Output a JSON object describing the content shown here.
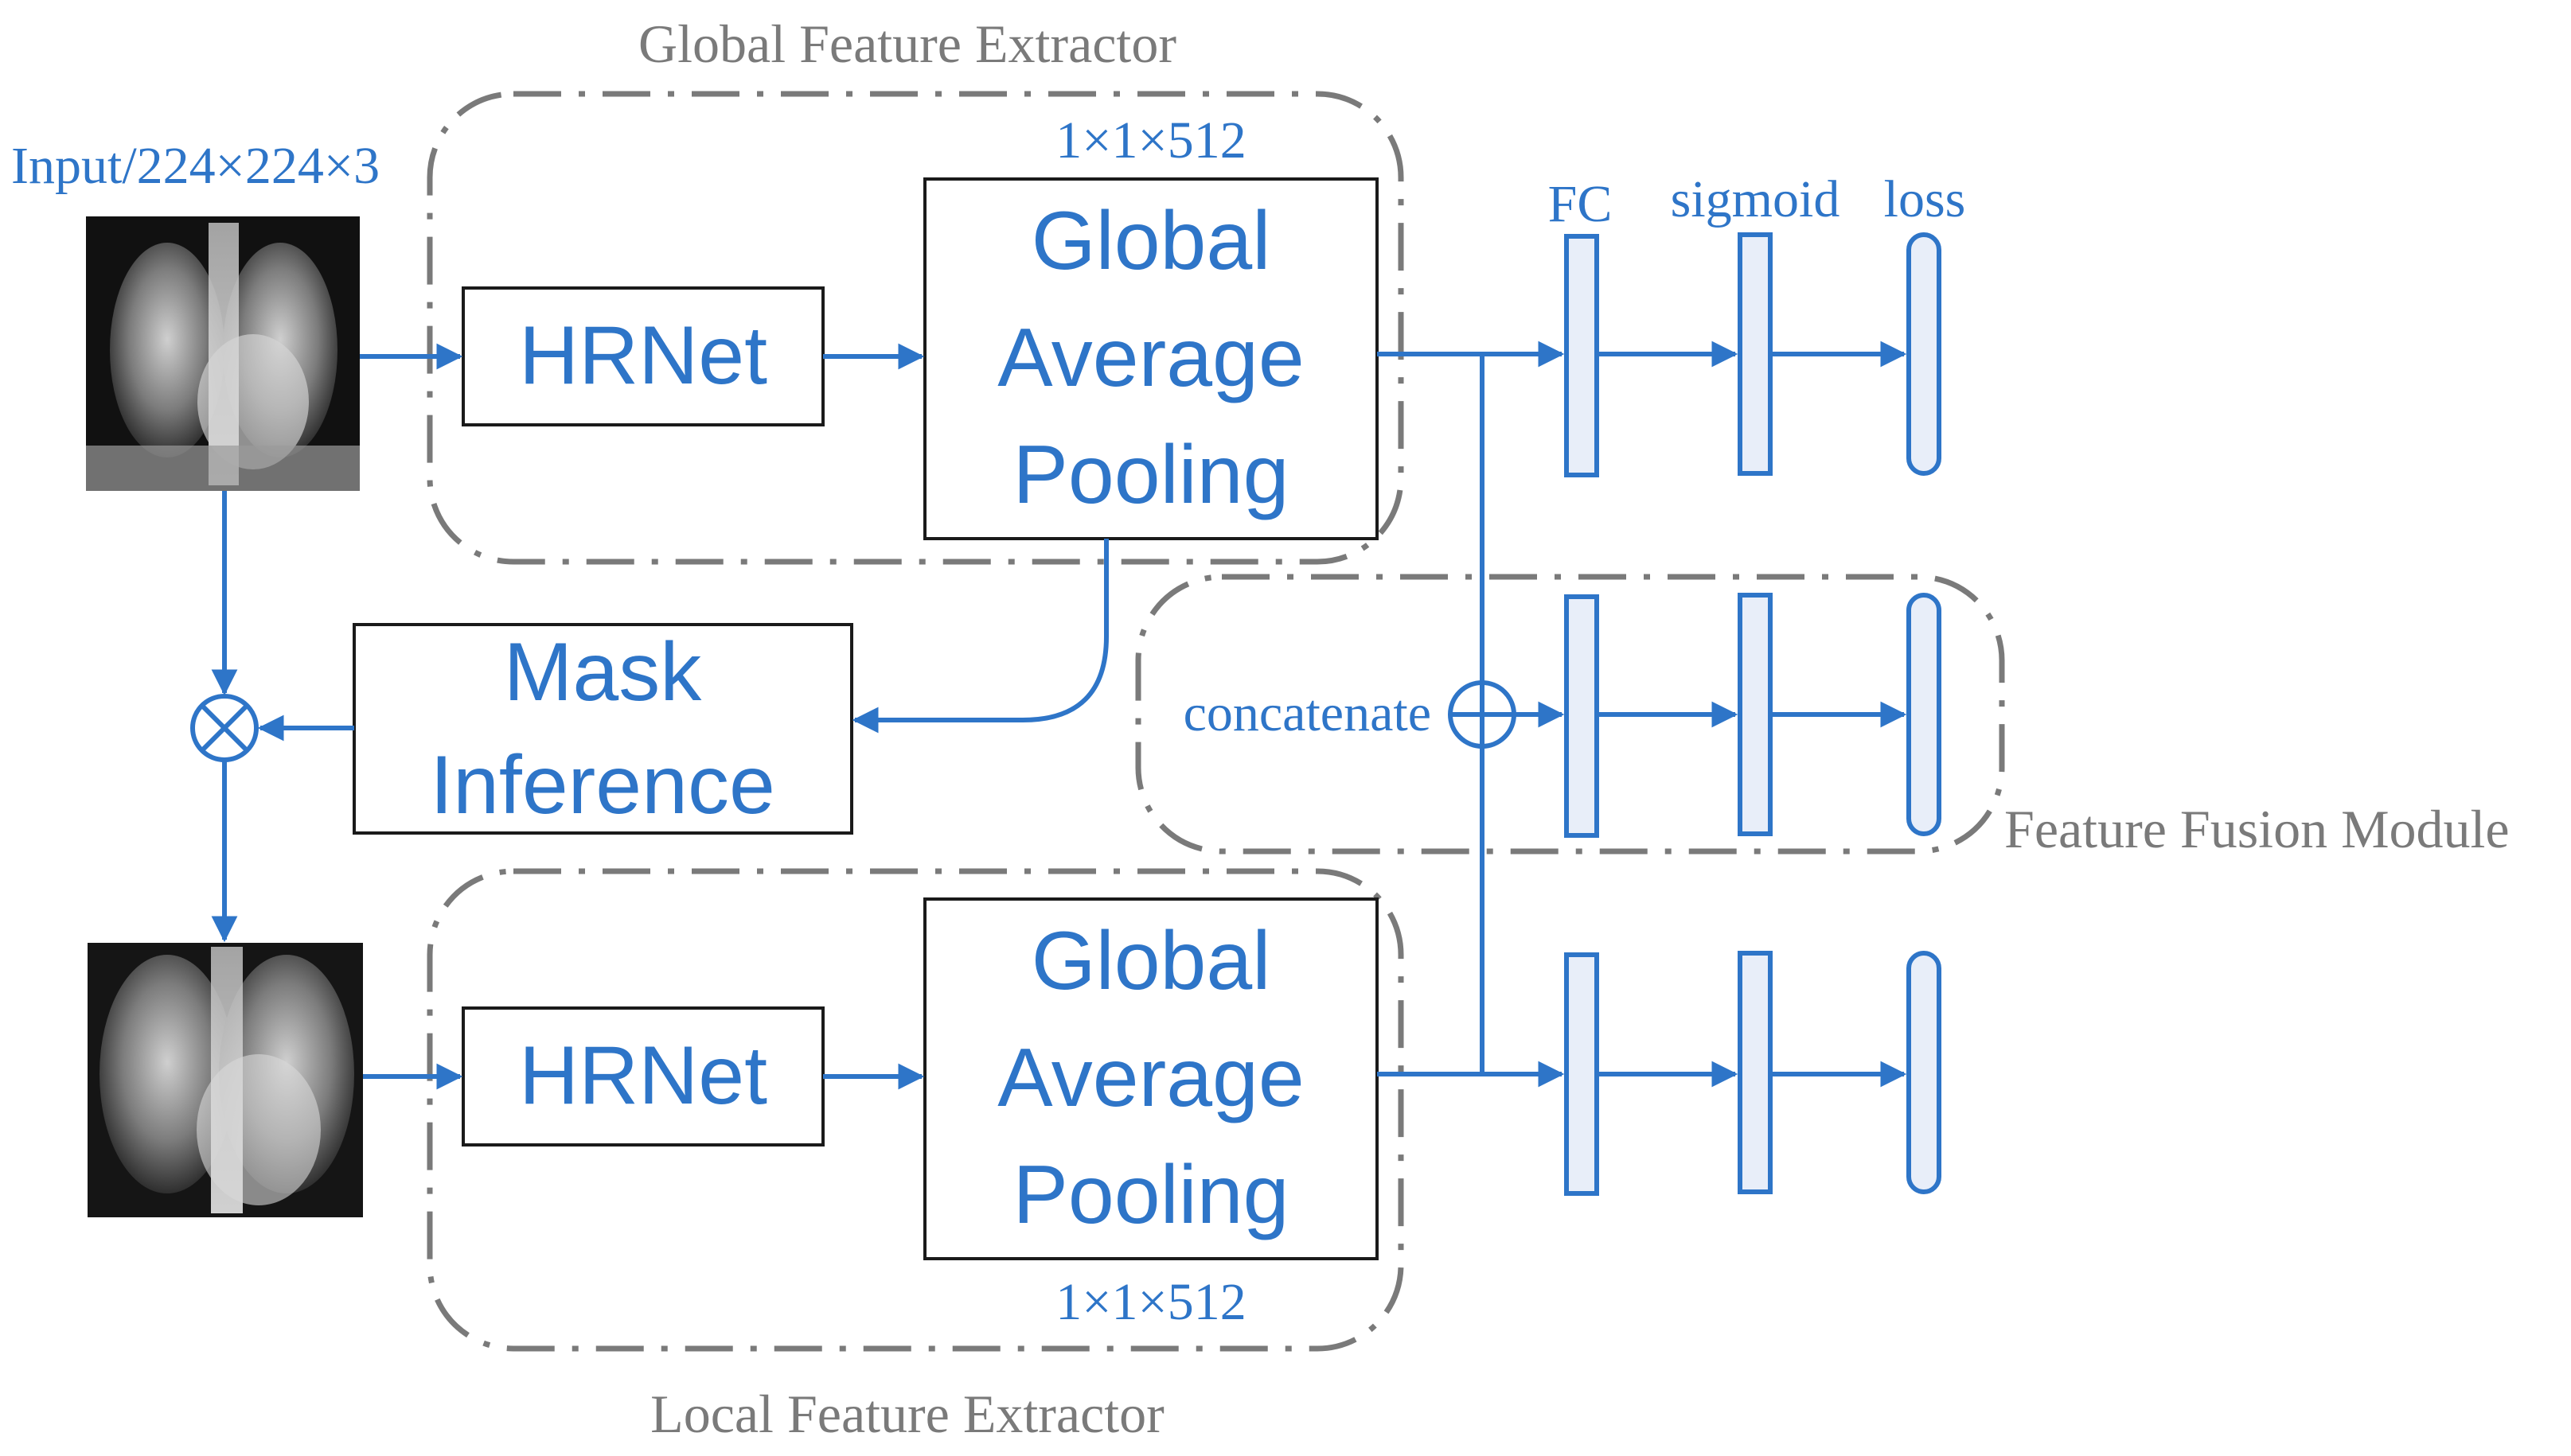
{
  "global_extractor": {
    "label": "Global Feature Extractor",
    "hrnet_label": "HRNet",
    "gap_label_lines": [
      "Global",
      "Average",
      "Pooling"
    ],
    "dim_label": "1×1×512"
  },
  "local_extractor": {
    "label": "Local Feature Extractor",
    "hrnet_label": "HRNet",
    "gap_label_lines": [
      "Global",
      "Average",
      "Pooling"
    ],
    "dim_label": "1×1×512"
  },
  "input_label": "Input/224×224×3",
  "mask_inference_lines": [
    "Mask",
    "Inference"
  ],
  "fusion": {
    "label": "Feature  Fusion Module",
    "concat_label": "concatenate"
  },
  "head_labels": {
    "fc": "FC",
    "sigmoid": "sigmoid",
    "loss": "loss"
  },
  "colors": {
    "accent": "#2e75c8",
    "group_outline": "#7a7a7a"
  }
}
